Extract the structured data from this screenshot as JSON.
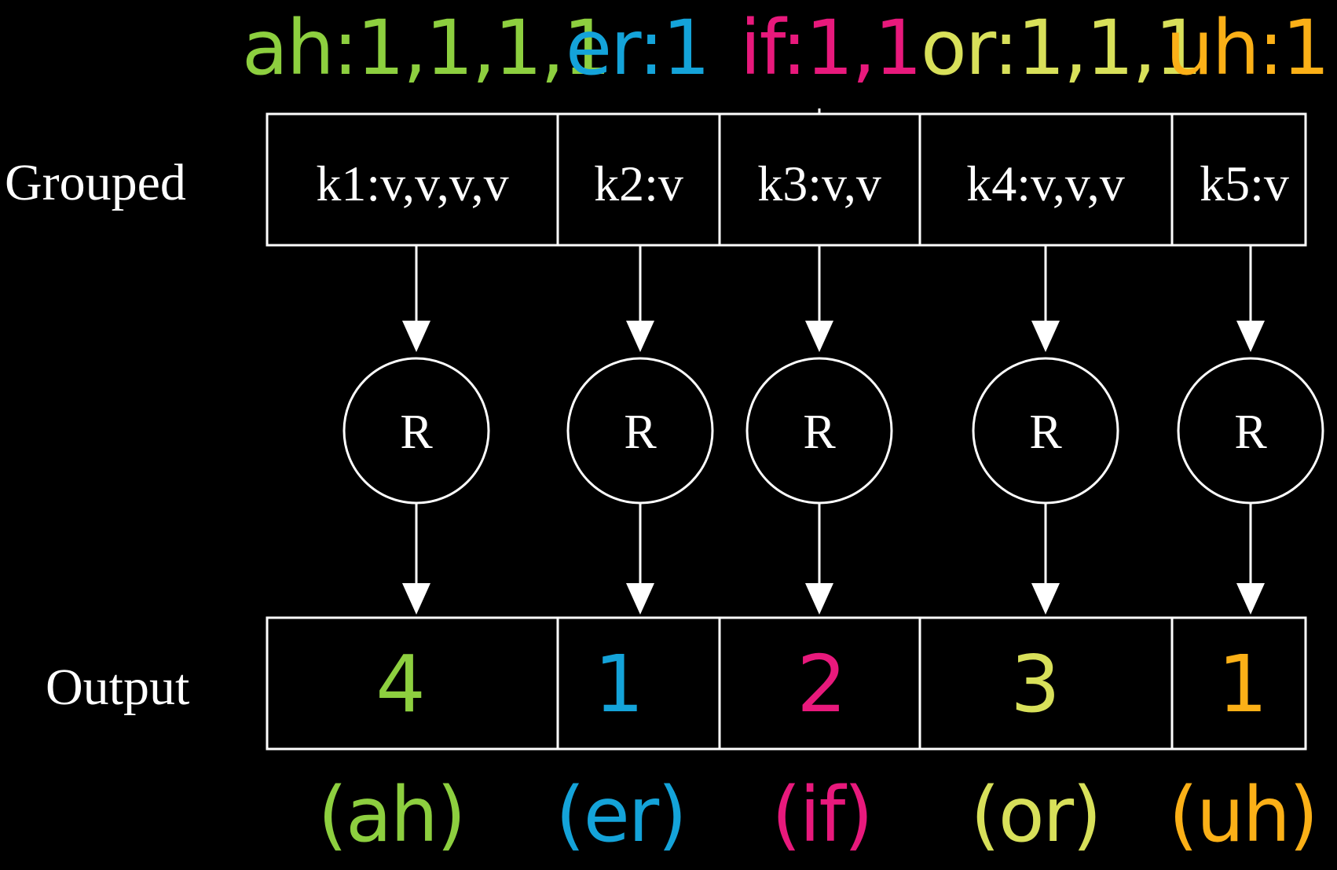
{
  "groups": [
    {
      "id": "ah",
      "top_label": "ah:1,1,1,1",
      "key_cell": "k1:v,v,v,v",
      "node_label": "R",
      "output": "4",
      "bottom_label": "(ah)",
      "color": "#8dcf3f"
    },
    {
      "id": "er",
      "top_label": "er:1",
      "key_cell": "k2:v",
      "node_label": "R",
      "output": "1",
      "bottom_label": "(er)",
      "color": "#14a3d9"
    },
    {
      "id": "if",
      "top_label": "if:1,1",
      "key_cell": "k3:v,v",
      "node_label": "R",
      "output": "2",
      "bottom_label": "(if)",
      "color": "#e8197c"
    },
    {
      "id": "or",
      "top_label": "or:1,1,1",
      "key_cell": "k4:v,v,v",
      "node_label": "R",
      "output": "3",
      "bottom_label": "(or)",
      "color": "#d8e05a"
    },
    {
      "id": "uh",
      "top_label": "uh:1",
      "key_cell": "k5:v",
      "node_label": "R",
      "output": "1",
      "bottom_label": "(uh)",
      "color": "#fbb017"
    }
  ],
  "row_labels": {
    "grouped": "Grouped",
    "output": "Output"
  }
}
